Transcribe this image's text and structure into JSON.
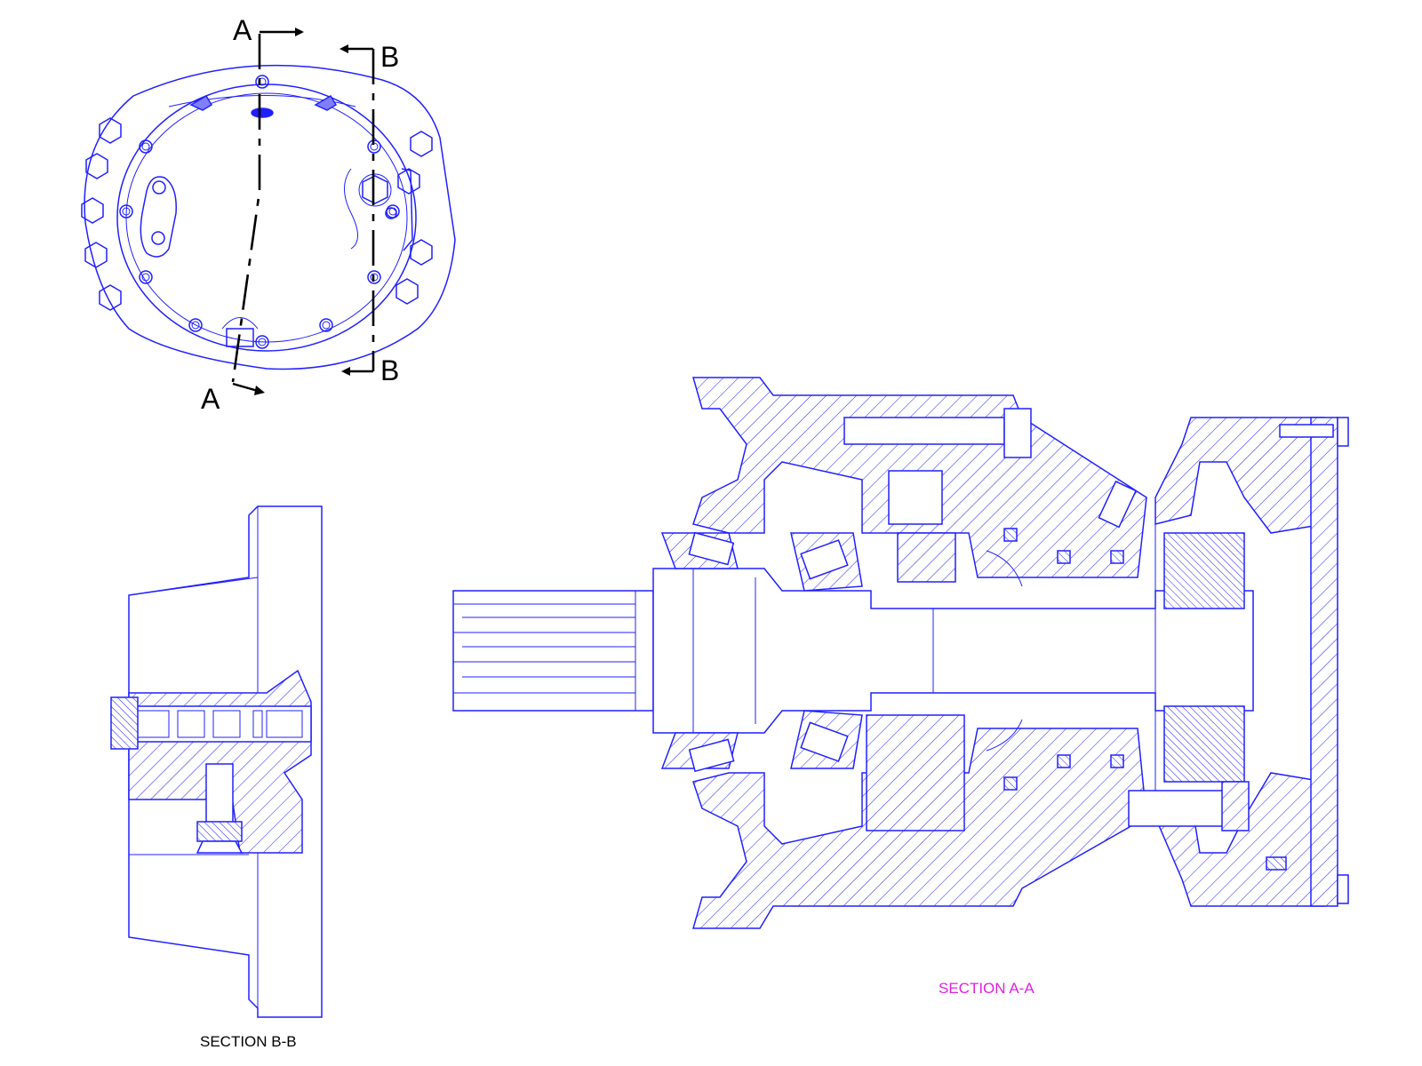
{
  "labels": {
    "cut_a_top": "A",
    "cut_a_bottom": "A",
    "cut_b_top": "B",
    "cut_b_bottom": "B"
  },
  "captions": {
    "section_aa": "SECTION A-A",
    "section_bb": "SECTION B-B"
  },
  "colors": {
    "linework": "#2020ff",
    "cut_line": "#000000",
    "caption_aa": "#e020e0",
    "caption_bb": "#000000"
  }
}
